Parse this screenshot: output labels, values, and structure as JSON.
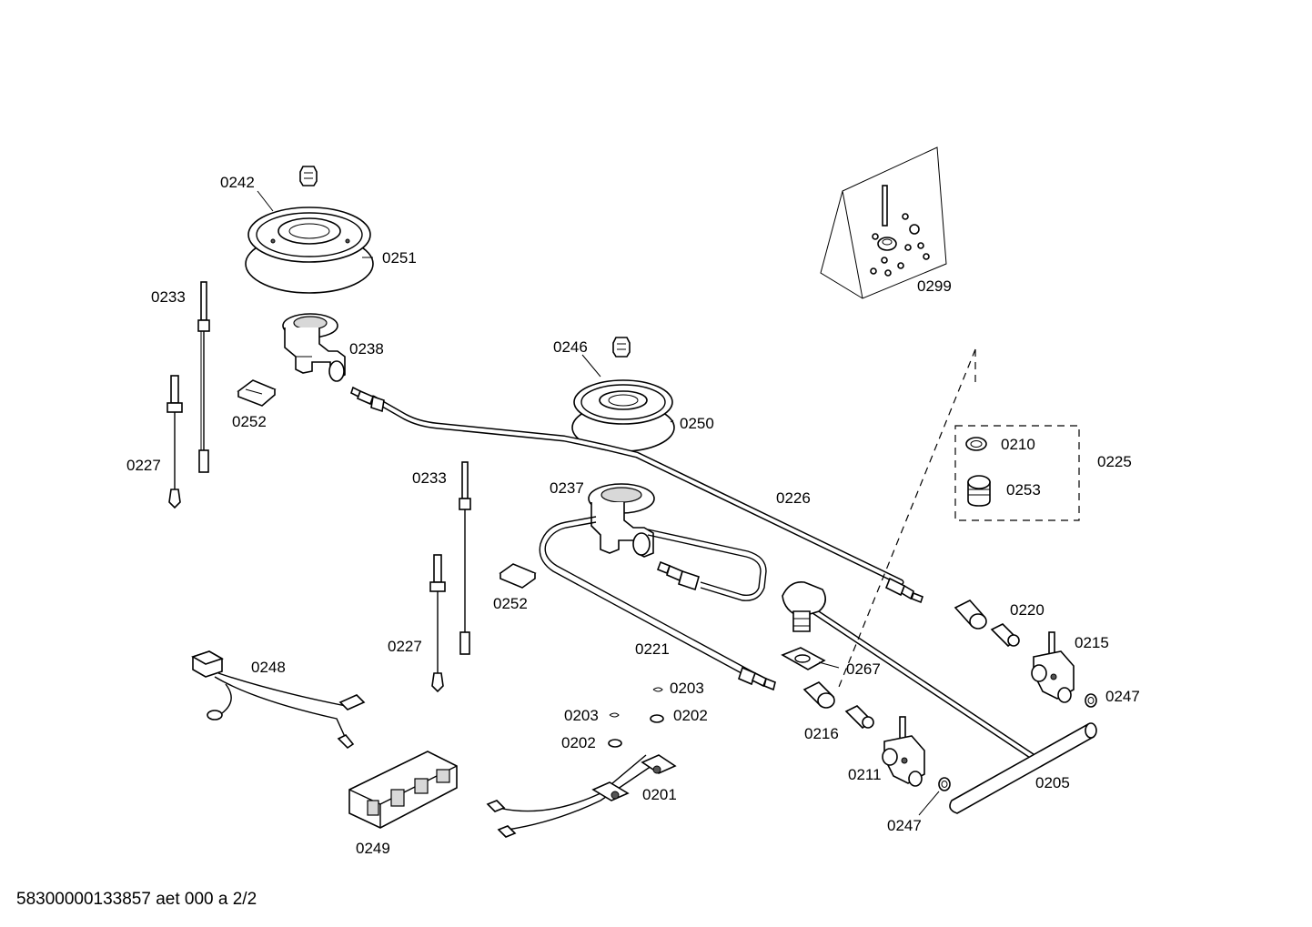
{
  "labels": {
    "l0242": "0242",
    "l0251": "0251",
    "l0233a": "0233",
    "l0238": "0238",
    "l0252a": "0252",
    "l0227a": "0227",
    "l0246": "0246",
    "l0250": "0250",
    "l0299": "0299",
    "l0210": "0210",
    "l0225": "0225",
    "l0253": "0253",
    "l0233b": "0233",
    "l0237": "0237",
    "l0226": "0226",
    "l0252b": "0252",
    "l0227b": "0227",
    "l0220": "0220",
    "l0215": "0215",
    "l0221": "0221",
    "l0267": "0267",
    "l0248": "0248",
    "l0203a": "0203",
    "l0247a": "0247",
    "l0203b": "0203",
    "l0202a": "0202",
    "l0216": "0216",
    "l0202b": "0202",
    "l0205": "0205",
    "l0201": "0201",
    "l0211": "0211",
    "l0247b": "0247",
    "l0249": "0249"
  },
  "footer": "58300000133857 aet 000 a 2/2"
}
